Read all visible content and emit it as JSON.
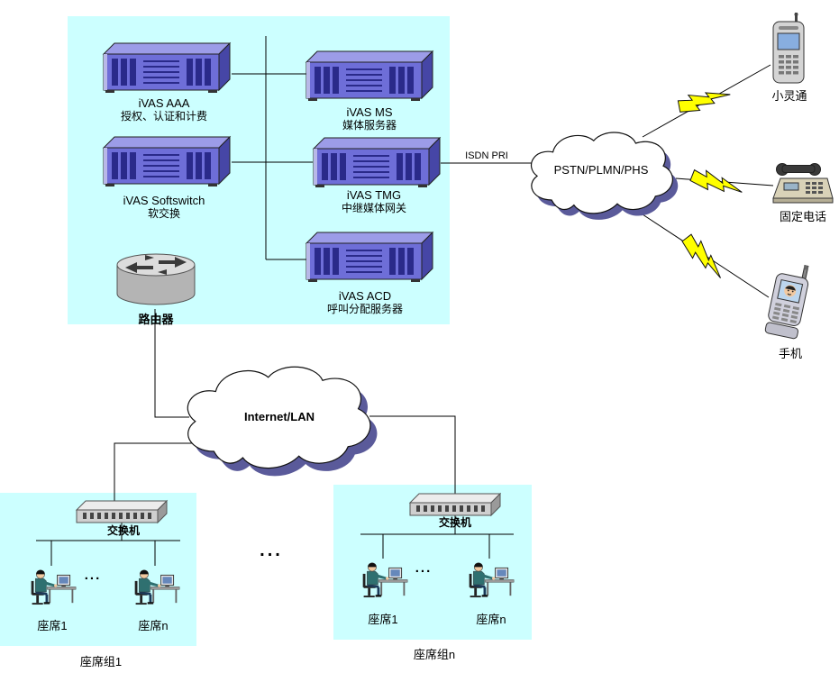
{
  "colors": {
    "region_bg": "#ccffff",
    "server_body": "#6e6ed8",
    "server_top": "#9c9ce8",
    "server_side": "#4646a6",
    "bolt": "#ffff00",
    "cloud_shadow": "#5a5a9a"
  },
  "diagram": {
    "core": {
      "aaa_name": "iVAS AAA",
      "aaa_desc": "授权、认证和计费",
      "ms_name": "iVAS MS",
      "ms_desc": "媒体服务器",
      "softswitch_name": "iVAS Softswitch",
      "softswitch_desc": "软交换",
      "tmg_name": "iVAS TMG",
      "tmg_desc": "中继媒体网关",
      "acd_name": "iVAS ACD",
      "acd_desc": "呼叫分配服务器",
      "router_label": "路由器"
    },
    "links": {
      "isdn_pri": "ISDN PRI"
    },
    "clouds": {
      "pstn": "PSTN/PLMN/PHS",
      "internet": "Internet/LAN"
    },
    "devices": {
      "phs": "小灵通",
      "fixed_phone": "固定电话",
      "mobile": "手机"
    },
    "agent_groups": [
      {
        "label": "座席组1",
        "switch_label": "交换机",
        "agent_first": "座席1",
        "agent_last": "座席n",
        "ellipsis": "..."
      },
      {
        "label": "座席组n",
        "switch_label": "交换机",
        "agent_first": "座席1",
        "agent_last": "座席n",
        "ellipsis": "..."
      }
    ],
    "between_groups_ellipsis": "..."
  }
}
